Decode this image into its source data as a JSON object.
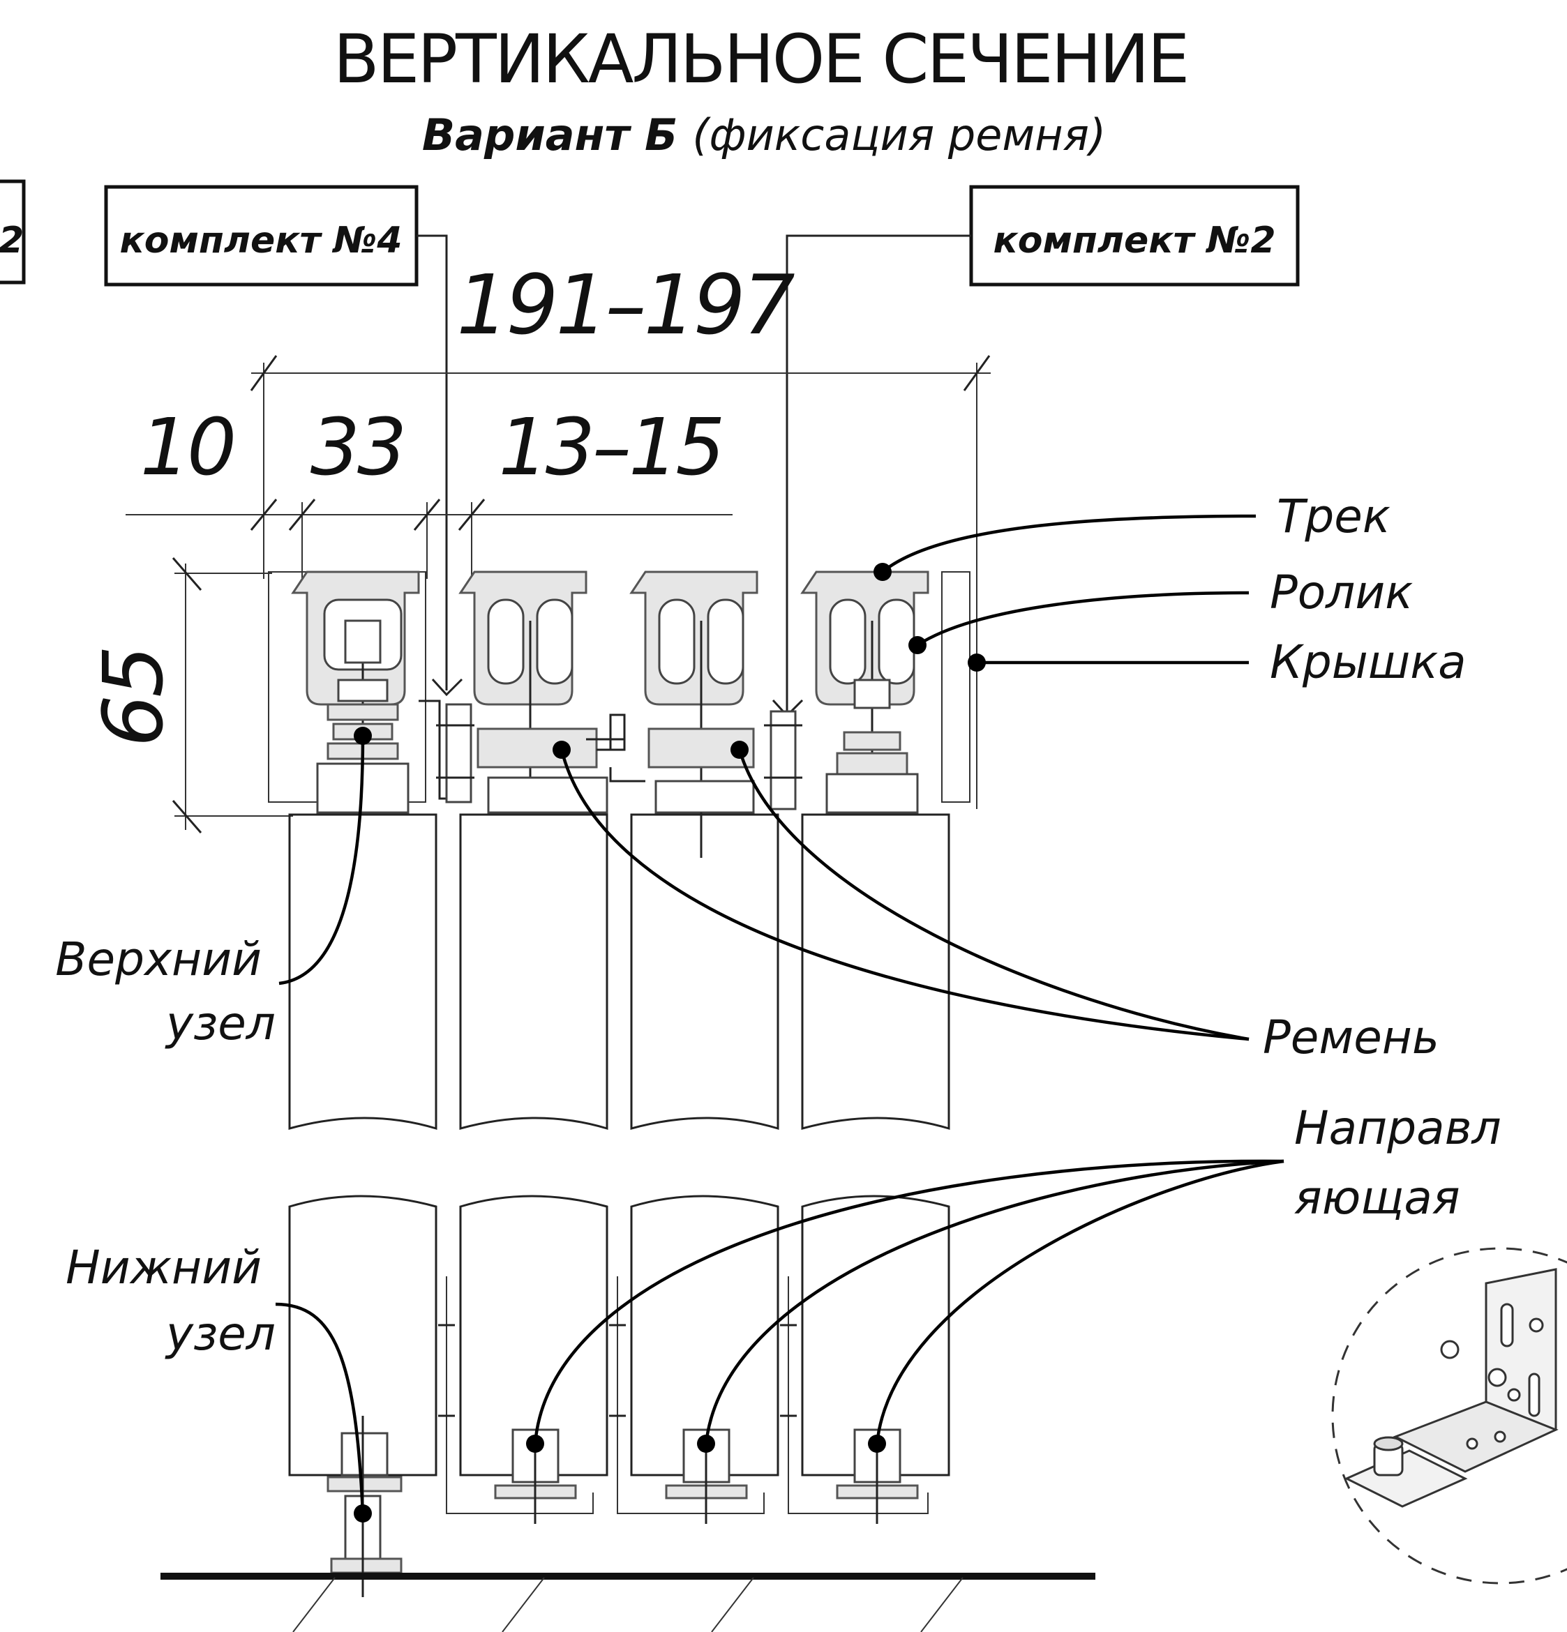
{
  "title": "ВЕРТИКАЛЬНОЕ СЕЧЕНИЕ",
  "subtitle": {
    "bold": "Вариант Б",
    "rest": "(фиксация ремня)"
  },
  "kits": {
    "left_edge": "2",
    "kit4": "комплект №4",
    "kit2": "комплект №2"
  },
  "dimensions": {
    "overall": "191–197",
    "d10": "10",
    "d33": "33",
    "d13_15": "13–15",
    "d65": "65"
  },
  "callouts": {
    "track": "Трек",
    "roller": "Ролик",
    "cover": "Крышка",
    "upper_node_1": "Верхний",
    "upper_node_2": "узел",
    "belt": "Ремень",
    "guide_1": "Направл",
    "guide_2": "яющая",
    "lower_node_1": "Нижний",
    "lower_node_2": "узел"
  },
  "icons": {
    "dot": "callout-dot-icon",
    "arrow": "leader-arrow-icon",
    "detail": "guide-bracket-detail-icon"
  },
  "colors": {
    "ink": "#111111",
    "line": "#333333",
    "fill": "#e6e6e6"
  }
}
